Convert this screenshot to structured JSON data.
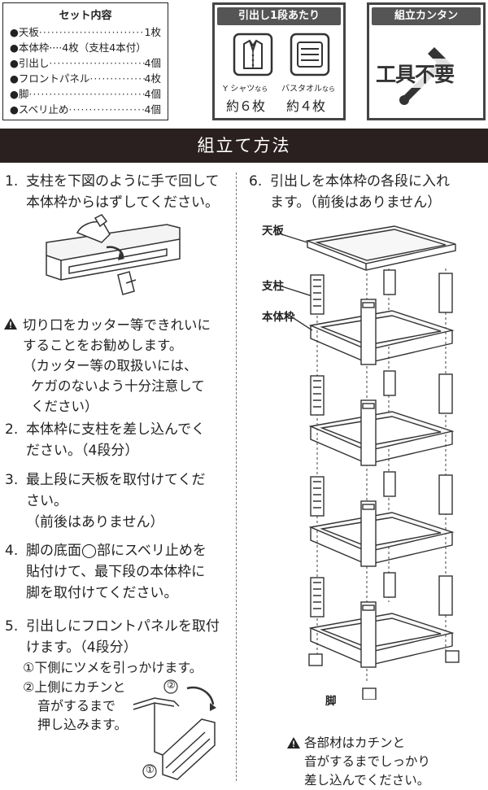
{
  "set_contents": {
    "title": "セット内容",
    "items": [
      {
        "name": "●天板",
        "qty": "1枚"
      },
      {
        "name": "●本体枠····4枚（支柱4本付）",
        "qty": ""
      },
      {
        "name": "●引出し",
        "qty": "4個"
      },
      {
        "name": "●フロントパネル",
        "qty": "4枚"
      },
      {
        "name": "●脚",
        "qty": "4個"
      },
      {
        "name": "●スベリ止め",
        "qty": "4個"
      }
    ]
  },
  "drawer_feature": {
    "title": "引出し1段あたり",
    "shirt_caption": "Y シャツ",
    "shirt_nara": "なら",
    "shirt_count": "約６枚",
    "towel_caption": "バスタオル",
    "towel_nara": "なら",
    "towel_count": "約４枚"
  },
  "easy_feature": {
    "title": "組立カンタン",
    "badge": "工具不要"
  },
  "section_title": "組立て方法",
  "steps": {
    "s1_num": "1.",
    "s1_line1": "支柱を下図のように手で回して",
    "s1_line2": "本体枠からはずしてください。",
    "warn_line1": "切り口をカッター等できれいに",
    "warn_line2": "することをお勧めします。",
    "warn_line3": "（カッター等の取扱いには、",
    "warn_line4": "ケガのないよう十分注意して",
    "warn_line5": "ください）",
    "s2_num": "2.",
    "s2_line1": "本体枠に支柱を差し込んでく",
    "s2_line2": "ださい。（4段分）",
    "s3_num": "3.",
    "s3_line1": "最上段に天板を取付けてくだ",
    "s3_line2": "さい。",
    "s3_line3": "（前後はありません）",
    "s4_num": "4.",
    "s4_line1": "脚の底面◯部にスベリ止めを",
    "s4_line2": "貼付けて、最下段の本体枠に",
    "s4_line3": "脚を取付けてください。",
    "s5_num": "5.",
    "s5_line1": "引出しにフロントパネルを取付",
    "s5_line2": "けます。（4段分）",
    "s5_sub1": "①下側にツメを引っかけます。",
    "s5_sub2a": "②上側にカチンと",
    "s5_sub2b": "音がするまで",
    "s5_sub2c": "押し込みます。",
    "s5_mark1": "①",
    "s5_mark2": "②",
    "s6_num": "6.",
    "s6_line1": "引出しを本体枠の各段に入れ",
    "s6_line2": "ます。（前後はありません）"
  },
  "labels": {
    "top_board": "天板",
    "pillar": "支柱",
    "frame": "本体枠",
    "leg": "脚"
  },
  "final_note": {
    "line1": "各部材はカチンと",
    "line2": "音がするまでしっかり",
    "line3": "差し込んでください。"
  }
}
